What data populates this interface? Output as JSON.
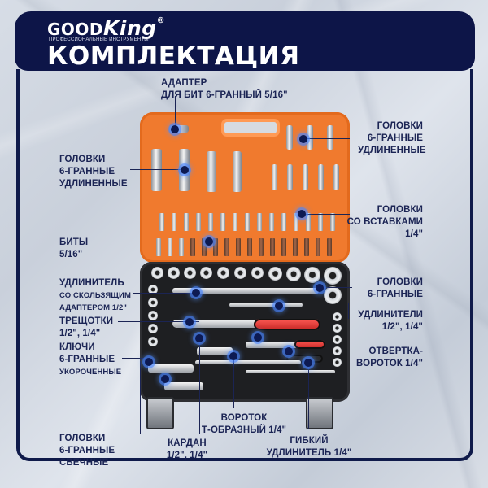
{
  "header": {
    "brand_good": "GOOD",
    "brand_king": "King",
    "brand_reg": "®",
    "tagline": "ПРОФЕССИОНАЛЬНЫЕ ИНСТРУМЕНТЫ",
    "title": "КОМПЛЕКТАЦИЯ"
  },
  "colors": {
    "navy": "#0d1548",
    "label_text": "#1b2454",
    "case_orange": "#f07a2e",
    "case_black": "#1e1f22",
    "handle_red": "#e0312e",
    "marker_glow": "#4682ff"
  },
  "labels": {
    "adapter": {
      "line1": "АДАПТЕР",
      "line2": "ДЛЯ БИТ 6-ГРАННЫЙ 5/16\""
    },
    "sockets_long_right": {
      "line1": "ГОЛОВКИ",
      "line2": "6-ГРАННЫЕ",
      "line3": "УДЛИНЕННЫЕ"
    },
    "sockets_long_left": {
      "line1": "ГОЛОВКИ",
      "line2": "6-ГРАННЫЕ",
      "line3": "УДЛИНЕННЫЕ"
    },
    "bit_sockets": {
      "line1": "ГОЛОВКИ",
      "line2": "СО ВСТАВКАМИ",
      "line3": "1/4\""
    },
    "bits": {
      "line1": "БИТЫ",
      "line2": "5/16\""
    },
    "extension_sliding": {
      "line1": "УДЛИНИТЕЛЬ",
      "line2": "СО СКОЛЬЗЯЩИМ",
      "line3": "АДАПТЕРОМ 1/2\""
    },
    "sockets_hex": {
      "line1": "ГОЛОВКИ",
      "line2": "6-ГРАННЫЕ"
    },
    "ratchets": {
      "line1": "ТРЕЩОТКИ",
      "line2": "1/2\", 1/4\""
    },
    "extensions": {
      "line1": "УДЛИНИТЕЛИ",
      "line2": "1/2\", 1/4\""
    },
    "hex_keys": {
      "line1": "КЛЮЧИ",
      "line2": "6-ГРАННЫЕ",
      "line3": "УКОРОЧЕННЫЕ"
    },
    "screwdriver": {
      "line1": "ОТВЕРТКА-",
      "line2": "ВОРОТОК 1/4\""
    },
    "t_handle": {
      "line1": "ВОРОТОК",
      "line2": "Т-ОБРАЗНЫЙ 1/4\""
    },
    "spark_plug": {
      "line1": "ГОЛОВКИ",
      "line2": "6-ГРАННЫЕ",
      "line3": "СВЕЧНЫЕ"
    },
    "universal_joint": {
      "line1": "КАРДАН",
      "line2": "1/2\", 1/4\""
    },
    "flex_extension": {
      "line1": "ГИБКИЙ",
      "line2": "УДЛИНИТЕЛЬ 1/4\""
    }
  }
}
